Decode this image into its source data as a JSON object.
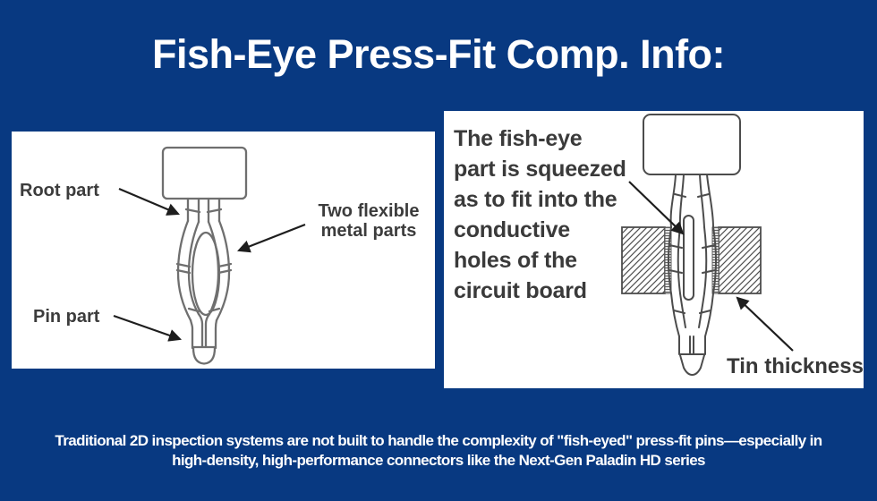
{
  "colors": {
    "background": "#083981",
    "panel": "#ffffff",
    "diagram_line": "#6f6f6f",
    "diagram_line_dark": "#4c4c4c",
    "label_text": "#3c3c3c",
    "arrow": "#1e1e1e",
    "title_text": "#ffffff"
  },
  "title": "Fish-Eye Press-Fit Comp. Info:",
  "left_panel": {
    "labels": {
      "root": "Root part",
      "flexible_line1": "Two flexible",
      "flexible_line2": "metal parts",
      "pin": "Pin part"
    }
  },
  "right_panel": {
    "description_lines": [
      "The fish-eye",
      "part is squeezed",
      "as to fit into the",
      "conductive",
      "holes of the",
      "circuit board"
    ],
    "tin_label": "Tin thickness"
  },
  "caption": {
    "line1": "Traditional 2D inspection systems are not built to handle the complexity of \"fish-eyed\" press-fit pins—especially in",
    "line2": "high-density, high-performance connectors like the Next-Gen Paladin HD series"
  }
}
